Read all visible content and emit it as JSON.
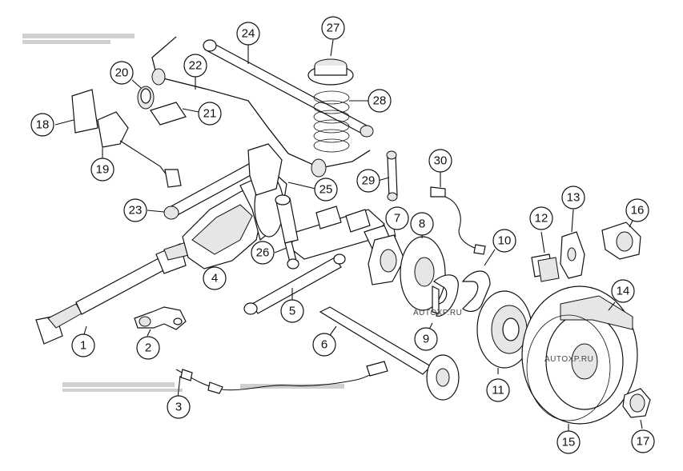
{
  "watermarks": {
    "center": "AUTOXP.RU",
    "right": "AUTOXP.RU"
  },
  "callouts": [
    {
      "id": "1",
      "label": "1"
    },
    {
      "id": "2",
      "label": "2"
    },
    {
      "id": "3",
      "label": "3"
    },
    {
      "id": "4",
      "label": "4"
    },
    {
      "id": "5",
      "label": "5"
    },
    {
      "id": "6",
      "label": "6"
    },
    {
      "id": "7",
      "label": "7"
    },
    {
      "id": "8",
      "label": "8"
    },
    {
      "id": "9",
      "label": "9"
    },
    {
      "id": "10",
      "label": "10"
    },
    {
      "id": "11",
      "label": "11"
    },
    {
      "id": "12",
      "label": "12"
    },
    {
      "id": "13",
      "label": "13"
    },
    {
      "id": "14",
      "label": "14"
    },
    {
      "id": "15",
      "label": "15"
    },
    {
      "id": "16",
      "label": "16"
    },
    {
      "id": "17",
      "label": "17"
    },
    {
      "id": "18",
      "label": "18"
    },
    {
      "id": "19",
      "label": "19"
    },
    {
      "id": "20",
      "label": "20"
    },
    {
      "id": "21",
      "label": "21"
    },
    {
      "id": "22",
      "label": "22"
    },
    {
      "id": "23",
      "label": "23"
    },
    {
      "id": "24",
      "label": "24"
    },
    {
      "id": "25",
      "label": "25"
    },
    {
      "id": "26",
      "label": "26"
    },
    {
      "id": "27",
      "label": "27"
    },
    {
      "id": "28",
      "label": "28"
    },
    {
      "id": "29",
      "label": "29"
    },
    {
      "id": "30",
      "label": "30"
    }
  ],
  "colors": {
    "ink": "#111111",
    "background": "#ffffff",
    "fill": "#e6e6e6"
  }
}
